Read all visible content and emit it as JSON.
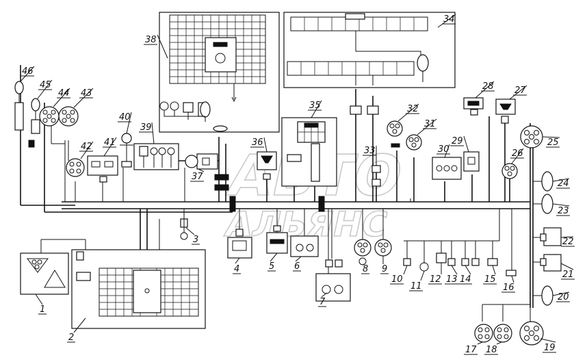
{
  "watermark": {
    "line1": "АВТО",
    "line2": "АЛЬЯНС"
  },
  "callouts": [
    "1",
    "2",
    "3",
    "4",
    "5",
    "6",
    "7",
    "8",
    "9",
    "10",
    "11",
    "12",
    "13",
    "14",
    "15",
    "16",
    "17",
    "18",
    "19",
    "20",
    "21",
    "22",
    "23",
    "24",
    "25",
    "26",
    "27",
    "28",
    "29",
    "30",
    "31",
    "32",
    "33",
    "34",
    "35",
    "36",
    "37",
    "38",
    "39",
    "40",
    "41",
    "42",
    "43",
    "44",
    "45",
    "46"
  ]
}
